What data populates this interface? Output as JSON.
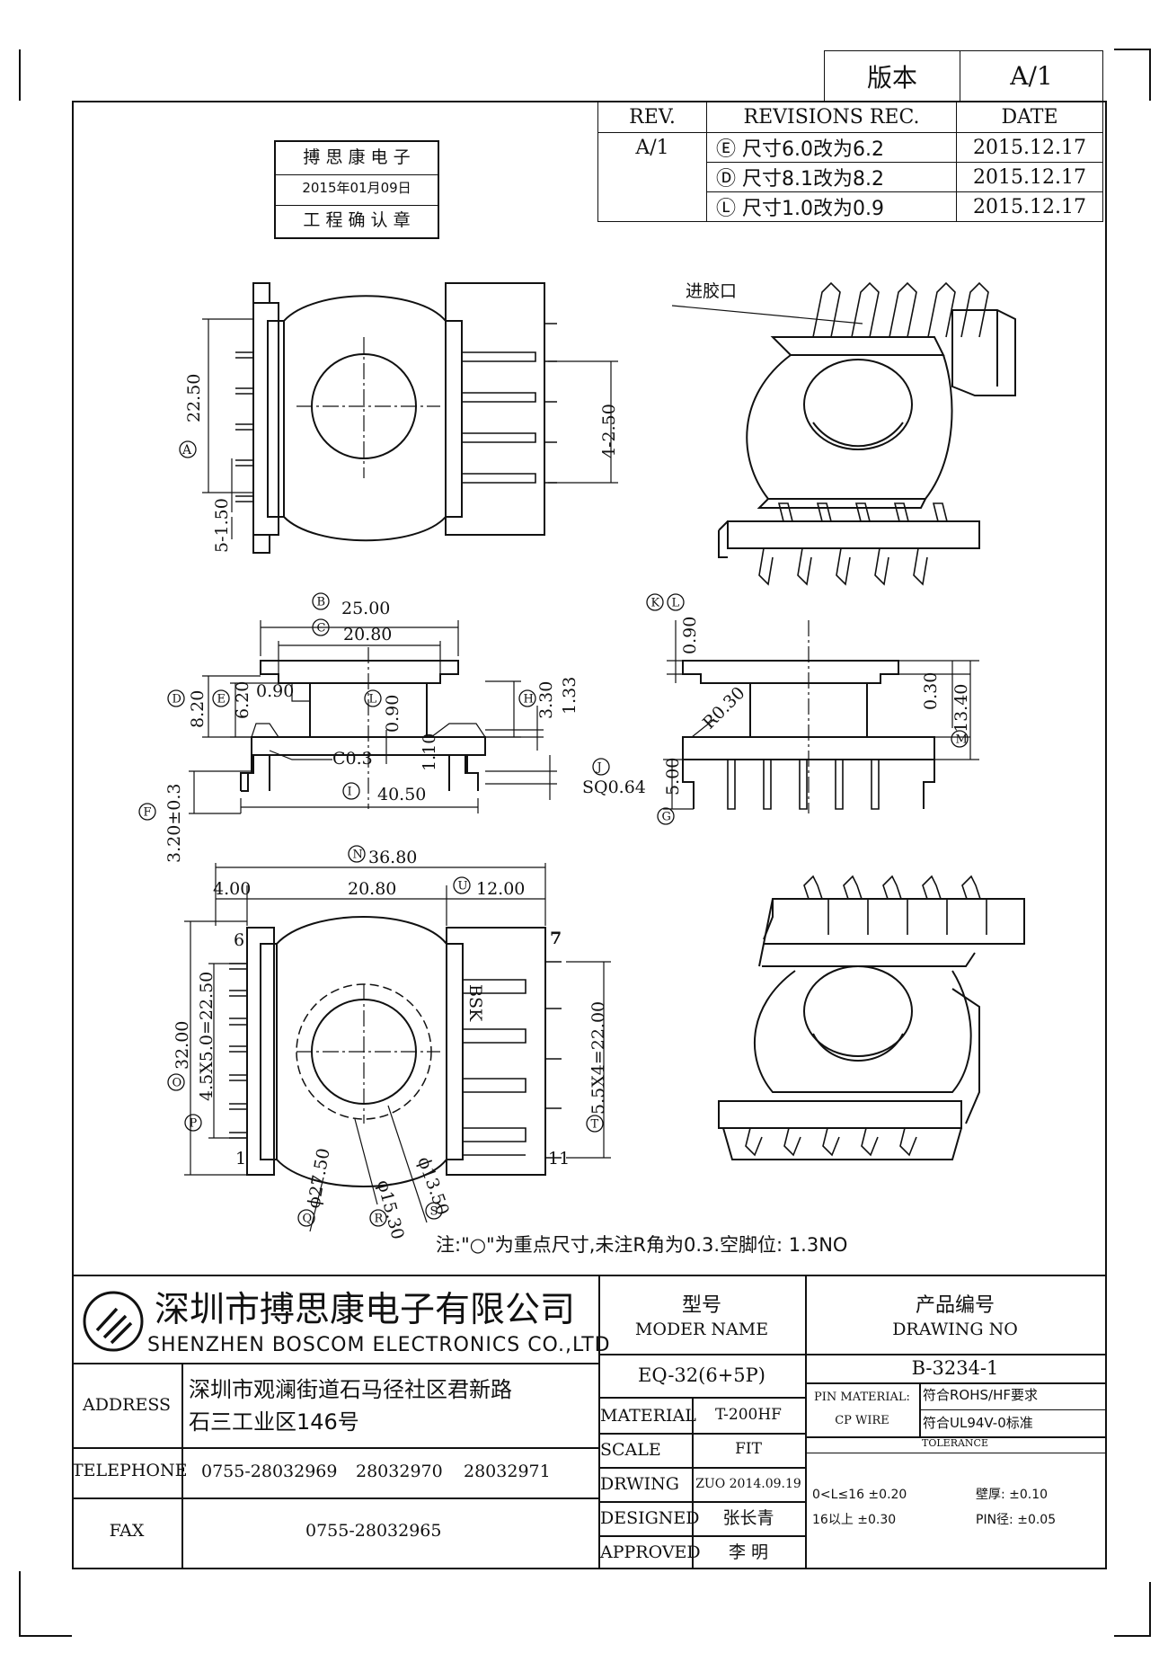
{
  "version": {
    "label": "版本",
    "value": "A/1"
  },
  "revisions": {
    "headers": {
      "rev": "REV.",
      "rec": "REVISIONS REC.",
      "date": "DATE"
    },
    "rev_value": "A/1",
    "rows": [
      {
        "mark": "Ⓔ",
        "text": "尺寸6.0改为6.2",
        "date": "2015.12.17"
      },
      {
        "mark": "Ⓓ",
        "text": "尺寸8.1改为8.2",
        "date": "2015.12.17"
      },
      {
        "mark": "Ⓛ",
        "text": "尺寸1.0改为0.9",
        "date": "2015.12.17"
      }
    ]
  },
  "stamp": {
    "company": "搏 思 康 电 子",
    "date": "2015年01月09日",
    "title": "工 程 确 认 章"
  },
  "drawing": {
    "top_view": {
      "dim_a": "22.50",
      "dim_pitch_a": "5-1.50",
      "dim_pitch_b": "4-2.50",
      "mark_a": "A"
    },
    "iso_top": {
      "label": "进胶口"
    },
    "side_view": {
      "dim_b": "25.00",
      "dim_c": "20.80",
      "dim_d": "8.20",
      "dim_e": "6.20",
      "dim_090a": "0.90",
      "dim_l": "0.90",
      "dim_h": "3.30",
      "dim_133": "1.33",
      "dim_c03": "C0.3",
      "dim_110": "1.10",
      "dim_i": "40.50",
      "dim_j": "SQ0.64",
      "dim_f": "3.20±0.3",
      "marks": [
        "B",
        "C",
        "D",
        "E",
        "L",
        "H",
        "I",
        "J",
        "F"
      ]
    },
    "front_view": {
      "dim_k": "0.90",
      "dim_r": "R0.30",
      "dim_030": "0.30",
      "dim_m": "13.40",
      "dim_g": "5.00",
      "marks": [
        "K",
        "L",
        "M",
        "G"
      ]
    },
    "bottom_view": {
      "dim_n": "36.80",
      "dim_400": "4.00",
      "dim_2080": "20.80",
      "dim_u": "12.00",
      "dim_o": "32.00",
      "dim_p": "4.5X5.0=22.50",
      "dim_t": "5.5X4=22.00",
      "dim_q": "ϕ27.50",
      "dim_r2": "ϕ15.30",
      "dim_s": "ϕ13.50",
      "pin_6": "6",
      "pin_1": "1",
      "pin_7": "7",
      "pin_11": "11",
      "brand": "BSK",
      "marks": [
        "N",
        "U",
        "O",
        "P",
        "T",
        "Q",
        "R",
        "S"
      ]
    },
    "note": "注:\"○\"为重点尺寸,未注R角为0.3.空脚位: 1.3NO"
  },
  "title_block": {
    "company_cn": "深圳市搏思康电子有限公司",
    "company_en": "SHENZHEN BOSCOM ELECTRONICS CO.,LTD",
    "model_cn": "型号",
    "model_en": "MODER NAME",
    "drawing_cn": "产品编号",
    "drawing_en": "DRAWING NO",
    "model_value": "EQ-32(6+5P)",
    "drawing_value": "B-3234-1",
    "address_label": "ADDRESS",
    "address_line1": "深圳市观澜街道石马径社区君新路",
    "address_line2": "石三工业区146号",
    "telephone_label": "TELEPHONE",
    "tel1": "0755-28032969",
    "tel2": "28032970",
    "tel3": "28032971",
    "fax_label": "FAX",
    "fax": "0755-28032965",
    "material_label": "MATERIAL",
    "material": "T-200HF",
    "scale_label": "SCALE",
    "scale": "FIT",
    "drawing_label": "DRWING",
    "drawing": "ZUO 2014.09.19",
    "designed_label": "DESIGNED",
    "designed": "张长青",
    "approved_label": "APPROVED",
    "approved": "李 明",
    "pin_material_label": "PIN MATERIAL:",
    "pin_material": "CP WIRE",
    "rohs": "符合ROHS/HF要求",
    "ul": "符合UL94V-0标准",
    "tolerance_label": "TOLERANCE",
    "tol1": "0<L≤16 ±0.20",
    "tol2": "16以上   ±0.30",
    "tol3": "壁厚: ±0.10",
    "tol4": "PIN径: ±0.05"
  }
}
